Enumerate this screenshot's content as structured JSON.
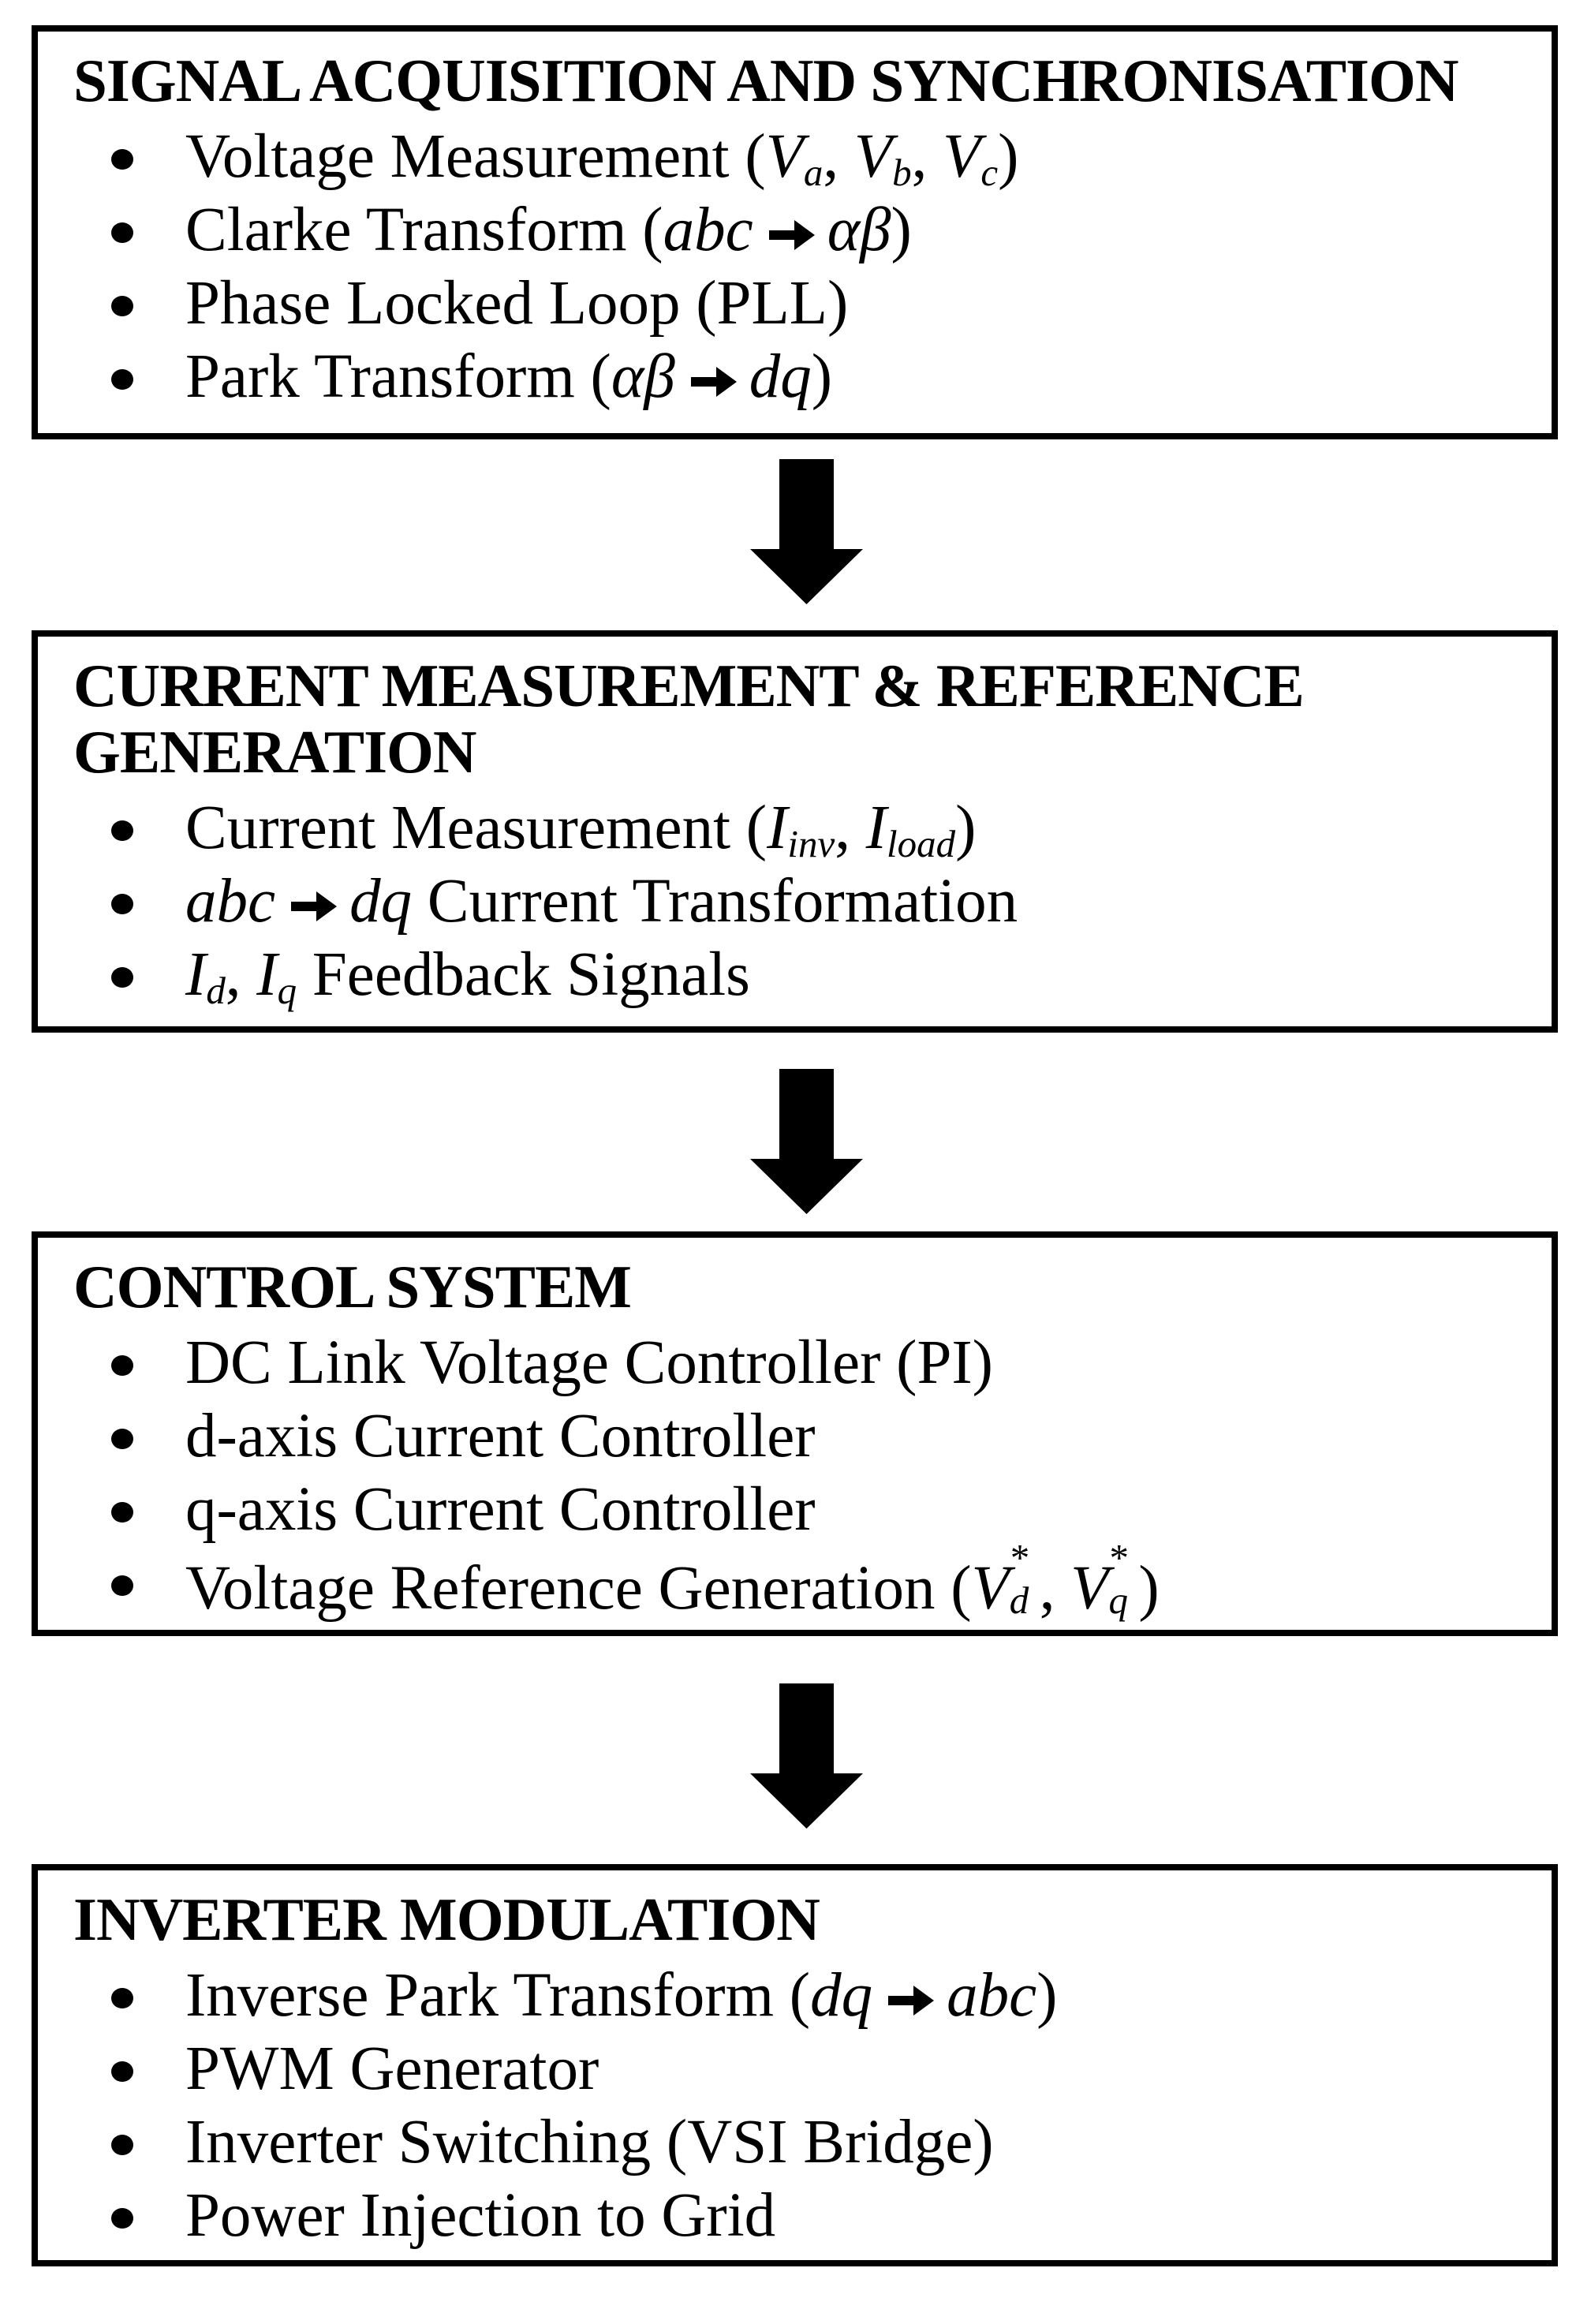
{
  "colors": {
    "ink": "#000000",
    "paper": "#ffffff"
  },
  "diagram": {
    "boxes": [
      {
        "id": "signal-acquisition",
        "title_lines": [
          "SIGNAL ACQUISITION AND SYNCHRONISATION"
        ],
        "items": [
          [
            {
              "t": "Voltage Measurement ("
            },
            {
              "i": "V"
            },
            {
              "sub": "a"
            },
            {
              "t": ", "
            },
            {
              "i": "V"
            },
            {
              "sub": "b"
            },
            {
              "t": ", "
            },
            {
              "i": "V"
            },
            {
              "sub": "c"
            },
            {
              "t": ")"
            }
          ],
          [
            {
              "t": "Clarke Transform ("
            },
            {
              "i": "abc"
            },
            {
              "arrow": "right-arrow"
            },
            {
              "i": "αβ"
            },
            {
              "t": ")"
            }
          ],
          [
            {
              "t": "Phase Locked Loop (PLL)"
            }
          ],
          [
            {
              "t": "Park Transform ("
            },
            {
              "i": "αβ"
            },
            {
              "arrow": "right-arrow"
            },
            {
              "i": "dq"
            },
            {
              "t": ")"
            }
          ]
        ]
      },
      {
        "id": "current-measurement-reference-generation",
        "title_lines": [
          "CURRENT MEASUREMENT & REFERENCE",
          "GENERATION"
        ],
        "items": [
          [
            {
              "t": "Current Measurement ("
            },
            {
              "i": "I"
            },
            {
              "sub": "inv"
            },
            {
              "t": ", "
            },
            {
              "i": "I"
            },
            {
              "sub": "load"
            },
            {
              "t": ")"
            }
          ],
          [
            {
              "i": "abc"
            },
            {
              "arrow": "right-arrow"
            },
            {
              "i": "dq"
            },
            {
              "t": " Current Transformation"
            }
          ],
          [
            {
              "i": "I"
            },
            {
              "sub": "d"
            },
            {
              "t": ", "
            },
            {
              "i": "I"
            },
            {
              "sub": "q"
            },
            {
              "t": " Feedback Signals"
            }
          ]
        ]
      },
      {
        "id": "control-system",
        "title_lines": [
          "CONTROL SYSTEM"
        ],
        "items": [
          [
            {
              "t": "DC Link Voltage Controller (PI)"
            }
          ],
          [
            {
              "t": "d-axis Current Controller"
            }
          ],
          [
            {
              "t": "q-axis Current Controller"
            }
          ],
          [
            {
              "t": "Voltage Reference Generation ("
            },
            {
              "i": "V"
            },
            {
              "sub": "d",
              "sup": "*"
            },
            {
              "t": ", "
            },
            {
              "i": "V"
            },
            {
              "sub": "q",
              "sup": "*"
            },
            {
              "t": ")"
            }
          ]
        ]
      },
      {
        "id": "inverter-modulation",
        "title_lines": [
          "INVERTER MODULATION"
        ],
        "items": [
          [
            {
              "t": "Inverse Park Transform ("
            },
            {
              "i": "dq"
            },
            {
              "arrow": "right-arrow"
            },
            {
              "i": "abc"
            },
            {
              "t": ")"
            }
          ],
          [
            {
              "t": "PWM Generator"
            }
          ],
          [
            {
              "t": "Inverter Switching (VSI Bridge)"
            }
          ],
          [
            {
              "t": "Power Injection to Grid"
            }
          ]
        ]
      }
    ],
    "connectors": [
      "down-arrow",
      "down-arrow",
      "down-arrow"
    ]
  }
}
